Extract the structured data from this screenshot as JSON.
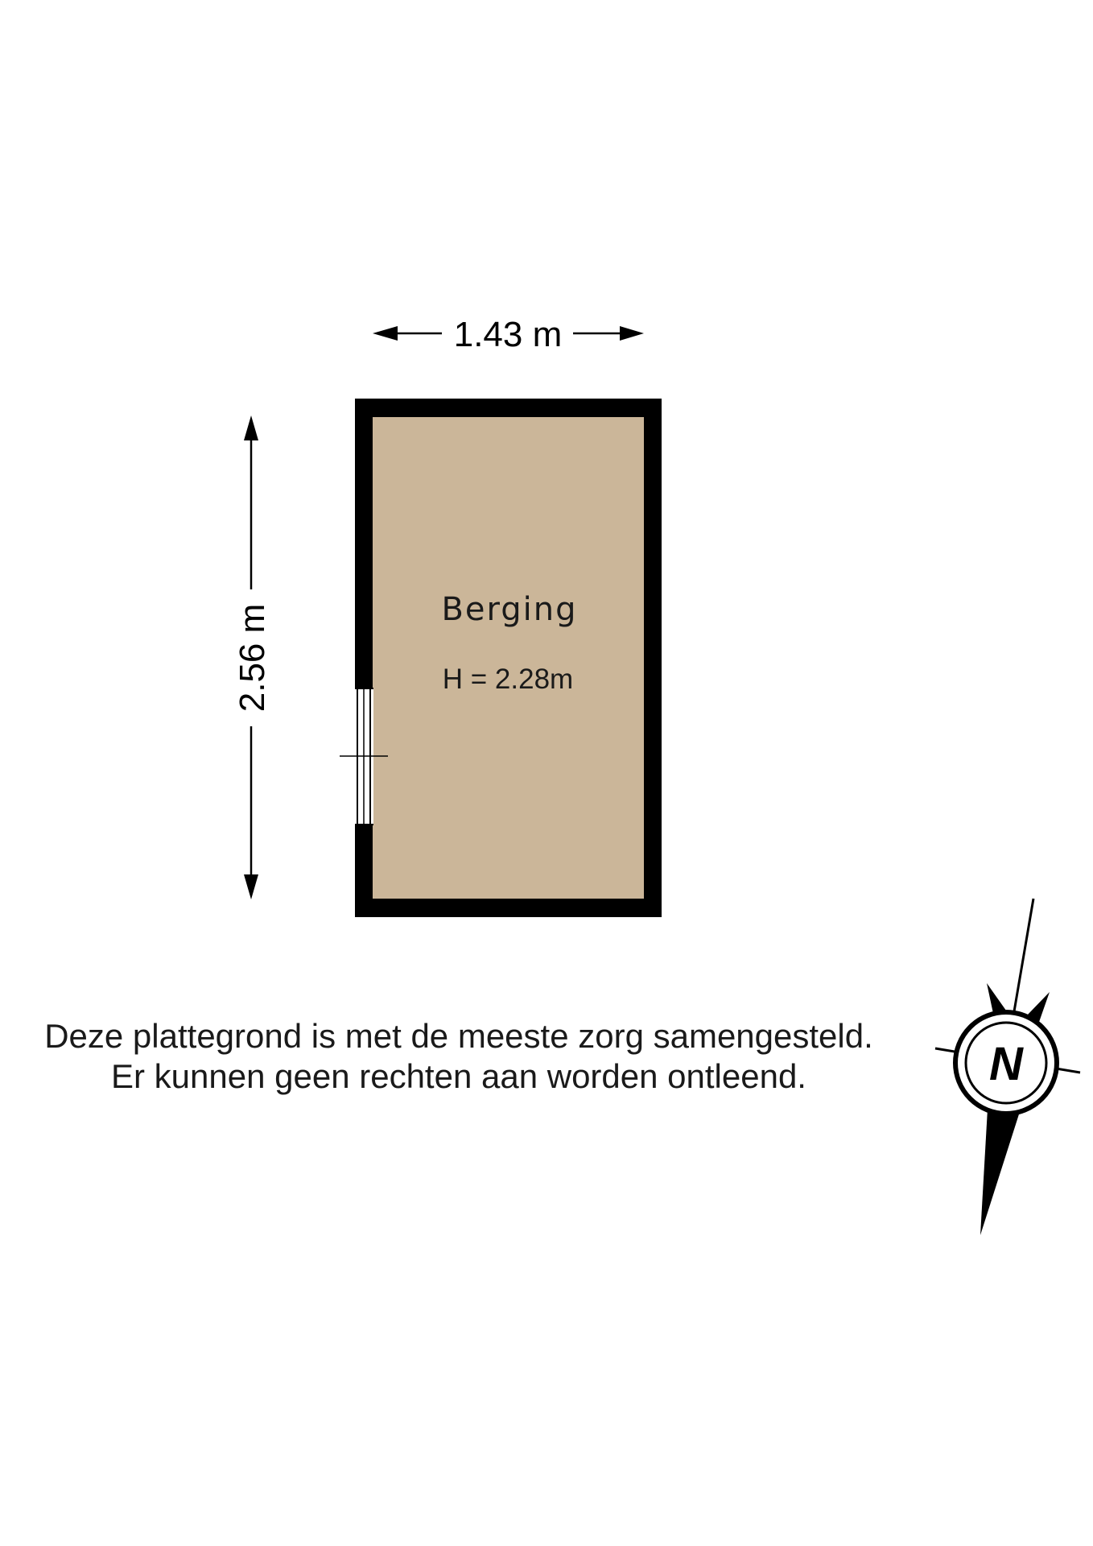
{
  "dimensions": {
    "width_label": "1.43 m",
    "depth_label": "2.56 m"
  },
  "room": {
    "name": "Berging",
    "height_label": "H = 2.28m",
    "floor_color": "#cbb699",
    "wall_color": "#000000"
  },
  "disclaimer": {
    "line1": "Deze plattegrond is met de meeste zorg samengesteld.",
    "line2": "Er kunnen geen rechten aan worden ontleend."
  },
  "compass": {
    "letter": "N"
  }
}
